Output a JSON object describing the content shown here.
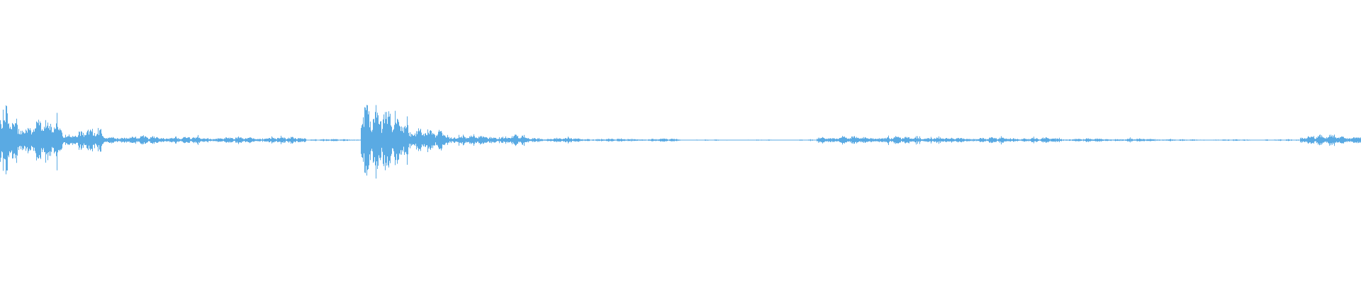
{
  "waveform": {
    "color": "#5aaae3",
    "background": "#ffffff",
    "description_free": true,
    "amplitude_profile": {
      "segments": [
        {
          "start": 0.0,
          "end": 0.012,
          "level": 0.62
        },
        {
          "start": 0.012,
          "end": 0.045,
          "level": 0.42
        },
        {
          "start": 0.045,
          "end": 0.075,
          "level": 0.22
        },
        {
          "start": 0.075,
          "end": 0.13,
          "level": 0.08
        },
        {
          "start": 0.13,
          "end": 0.225,
          "level": 0.06
        },
        {
          "start": 0.225,
          "end": 0.265,
          "level": 0.02
        },
        {
          "start": 0.265,
          "end": 0.272,
          "level": 0.8
        },
        {
          "start": 0.272,
          "end": 0.3,
          "level": 0.65
        },
        {
          "start": 0.3,
          "end": 0.33,
          "level": 0.22
        },
        {
          "start": 0.33,
          "end": 0.385,
          "level": 0.1
        },
        {
          "start": 0.385,
          "end": 0.42,
          "level": 0.05
        },
        {
          "start": 0.42,
          "end": 0.5,
          "level": 0.03
        },
        {
          "start": 0.5,
          "end": 0.6,
          "level": 0.01
        },
        {
          "start": 0.6,
          "end": 0.61,
          "level": 0.08
        },
        {
          "start": 0.61,
          "end": 0.69,
          "level": 0.07
        },
        {
          "start": 0.69,
          "end": 0.78,
          "level": 0.05
        },
        {
          "start": 0.78,
          "end": 0.86,
          "level": 0.03
        },
        {
          "start": 0.86,
          "end": 0.955,
          "level": 0.015
        },
        {
          "start": 0.955,
          "end": 1.0,
          "level": 0.1
        }
      ]
    }
  }
}
